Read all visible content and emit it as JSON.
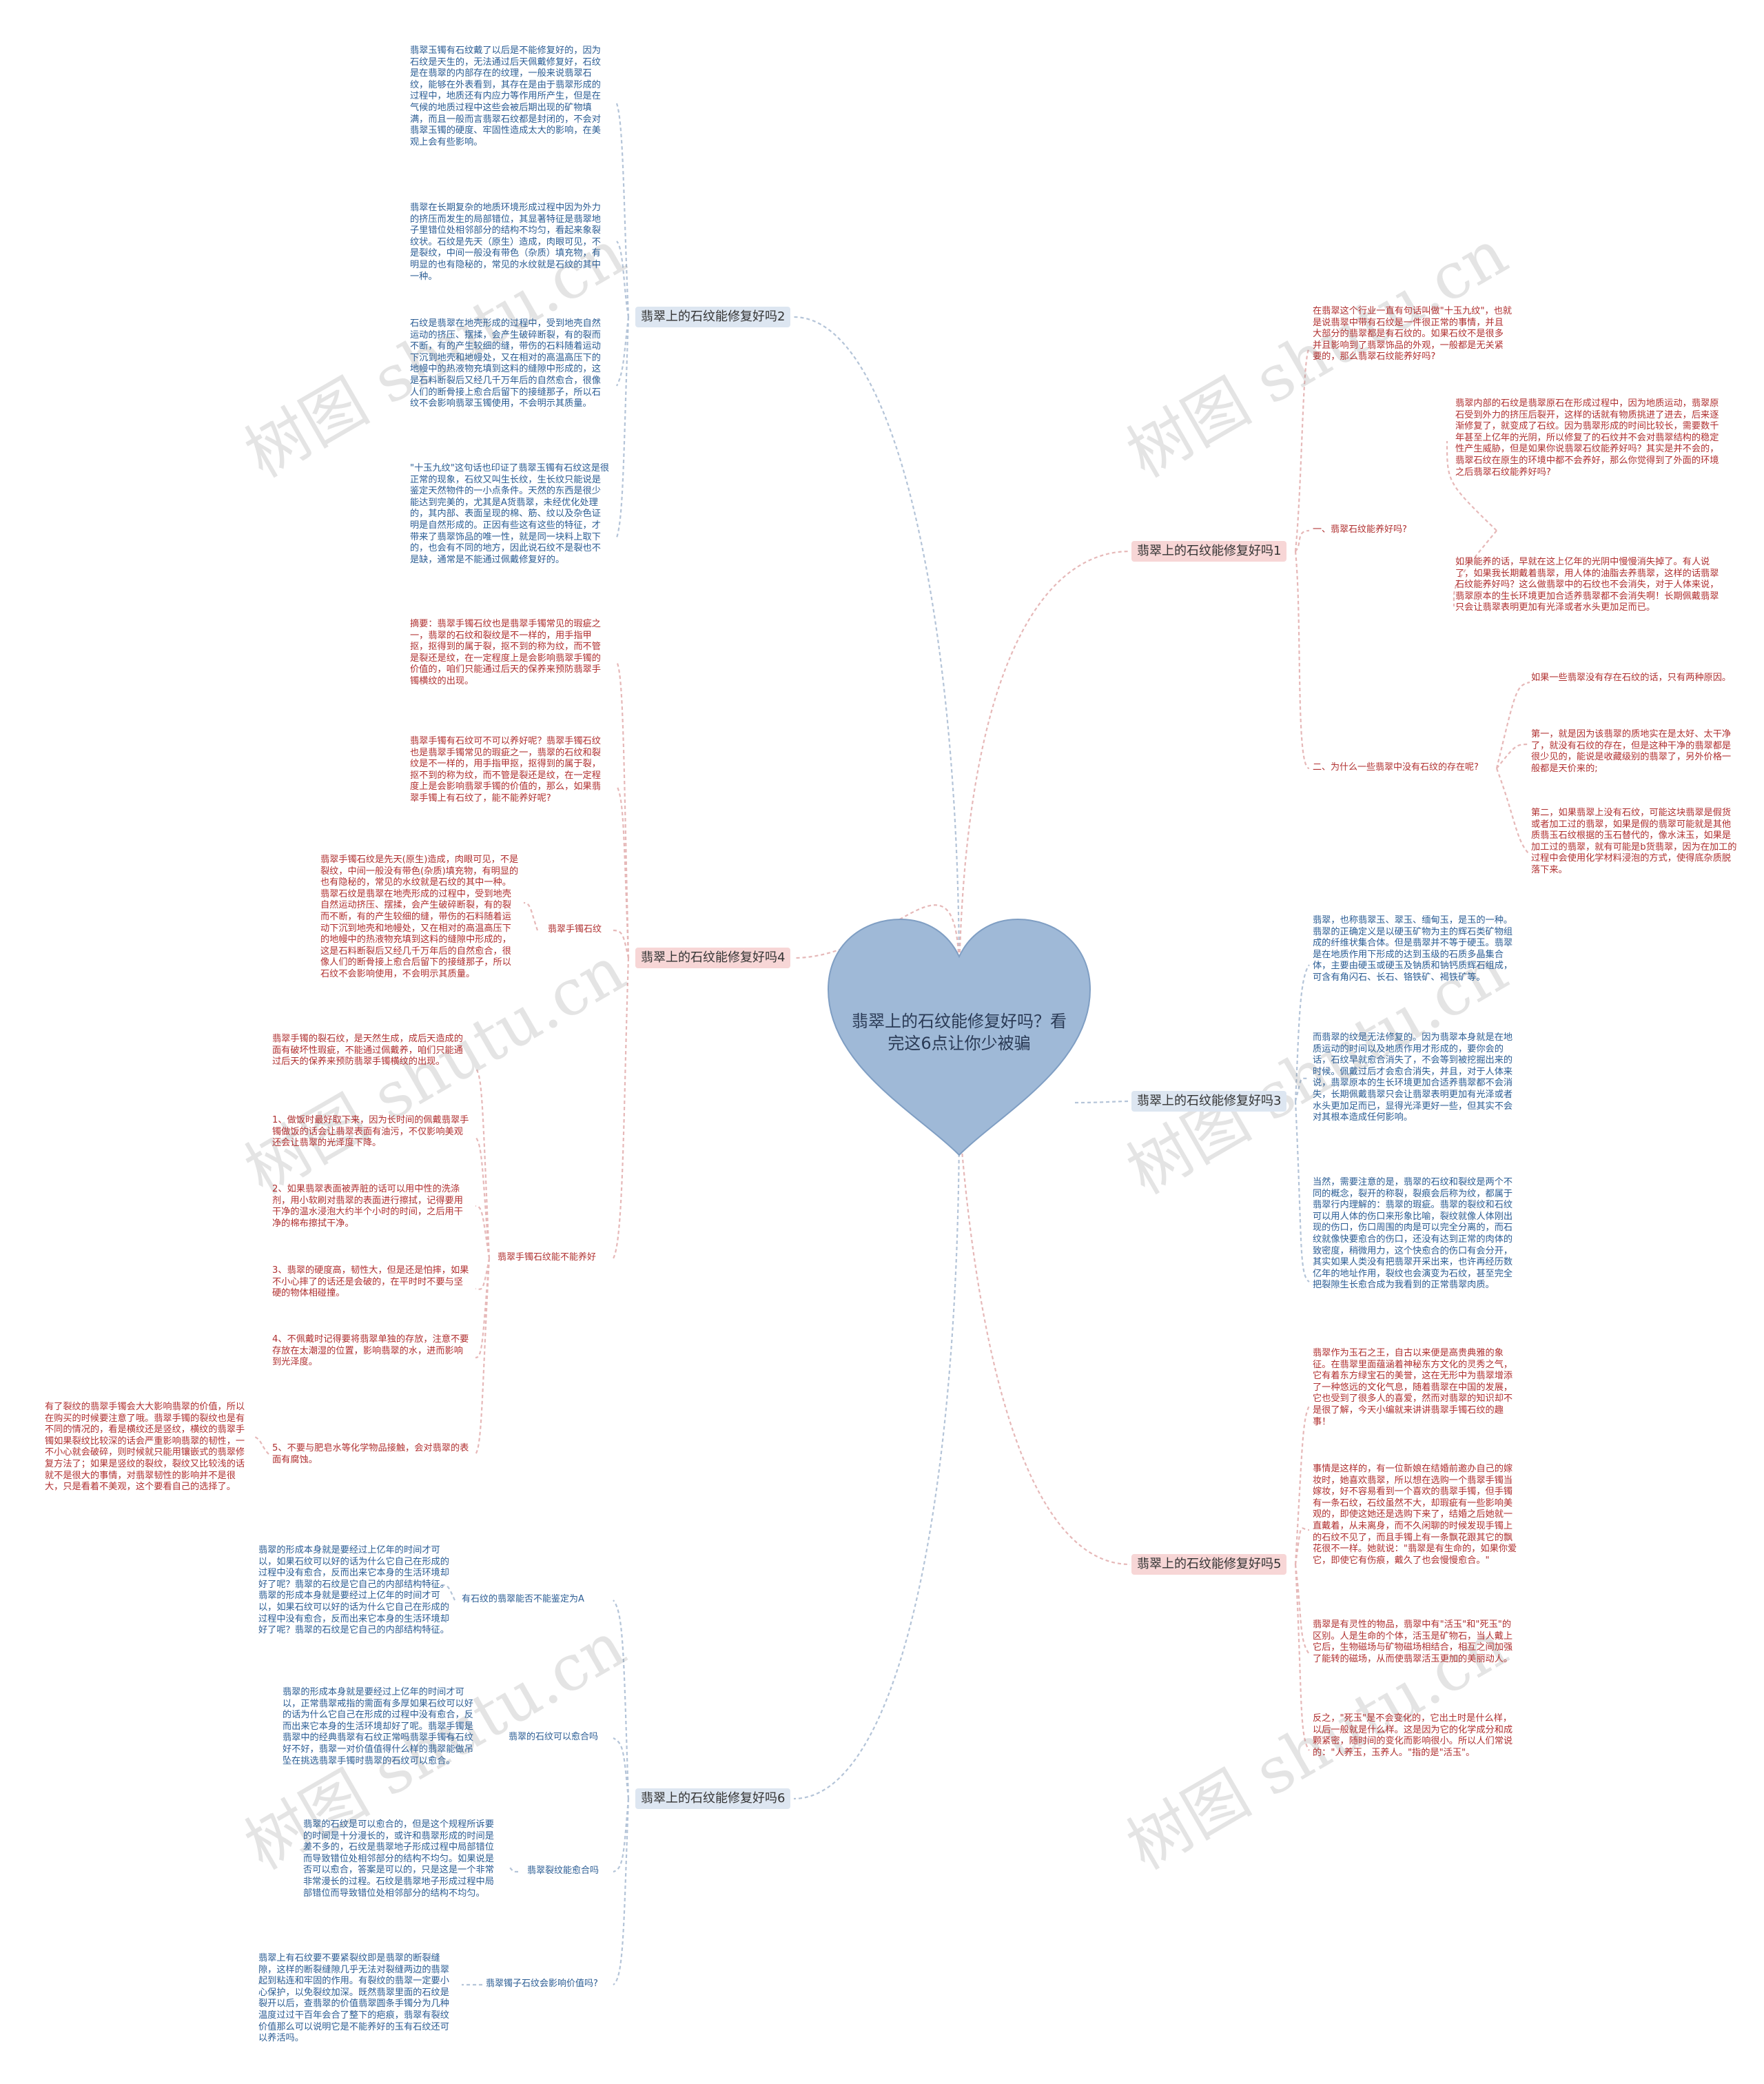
{
  "center": {
    "title": "翡翠上的石纹能修复好吗？看完这6点让你少被骗"
  },
  "watermark": "树图 shutu.cn",
  "branches": {
    "b1": "翡翠上的石纹能修复好吗1",
    "b2": "翡翠上的石纹能修复好吗2",
    "b3": "翡翠上的石纹能修复好吗3",
    "b4": "翡翠上的石纹能修复好吗4",
    "b5": "翡翠上的石纹能修复好吗5",
    "b6": "翡翠上的石纹能修复好吗6"
  },
  "subs": {
    "b1_q1": "一、翡翠石纹能养好吗?",
    "b1_q2": "二、为什么一些翡翠中没有石纹的存在呢?",
    "b4_s1": "翡翠手镯石纹",
    "b4_s2": "翡翠手镯石纹能不能养好",
    "b6_s1": "有石纹的翡翠能否不能鉴定为A",
    "b6_s2": "翡翠的石纹可以愈合吗",
    "b6_s3": "翡翠裂纹能愈合吗",
    "b6_s4": "翡翠镯子石纹会影响价值吗?"
  },
  "texts": {
    "b1_intro": "在翡翠这个行业一直有句话叫做\"十玉九纹\"，也就是说翡翠中带有石纹是一件很正常的事情，并且大部分的翡翠都是有石纹的。如果石纹不是很多并且影响到了翡翠饰品的外观，一般都是无关紧要的，那么翡翠石纹能养好吗?",
    "b1_a1": "翡翠内部的石纹是翡翠原石在形成过程中，因为地质运动，翡翠原石受到外力的挤压后裂开，这样的话就有物质挑进了进去，后来逐渐修复了，就变成了石纹。因为翡翠形成的时间比较长，需要数千年甚至上亿年的光阴，所以修复了的石纹并不会对翡翠结构的稳定性产生威胁，但是如果你说翡翠石纹能养好吗？其实是并不会的，翡翠石纹在原生的环境中都不会养好，那么你觉得到了外面的环境之后翡翠石纹能养好吗?",
    "b1_a2": "如果能养的话，早就在这上亿年的光阴中慢慢消失掉了。有人说了，如果我长期戴着翡翠，用人体的油脂去养翡翠，这样的话翡翠石纹能养好吗？这么做翡翠中的石纹也不会消失，对于人体来说，翡翠原本的生长环境更加合适养翡翠都不会消失啊！长期佩戴翡翠只会让翡翠表明更加有光泽或者水头更加足而已。",
    "b1_b0": "如果一些翡翠没有存在石纹的话，只有两种原因。",
    "b1_b1": "第一，就是因为该翡翠的质地实在是太好、太干净了，就没有石纹的存在，但是这种干净的翡翠都是很少见的，能说是收藏级别的翡翠了，另外价格一般都是天价来的;",
    "b1_b2": "第二，如果翡翠上没有石纹，可能这块翡翠是假货或者加工过的翡翠，如果是假的翡翠可能就是其他质翡玉石纹根据的玉石替代的，像水沫玉，如果是加工过的翡翠，就有可能是b货翡翠，因为在加工的过程中会使用化学材料浸泡的方式，使得底杂质脱落下来。",
    "b2_t1": "翡翠玉镯有石纹戴了以后是不能修复好的，因为石纹是天生的，无法通过后天佩戴修复好，石纹是在翡翠的内部存在的纹理，一般来说翡翠石纹，能够在外表看到，其存在是由于翡翠形成的过程中，地质还有内应力等作用所产生，但是在气候的地质过程中这些会被后期出现的矿物填满，而且一般而言翡翠石纹都是封闭的，不会对翡翠玉镯的硬度、牢固性造成太大的影响，在美观上会有些影响。",
    "b2_t2": "翡翠在长期复杂的地质环境形成过程中因为外力的挤压而发生的局部错位，其显著特征是翡翠地子里错位处相邻部分的结构不均匀，看起来象裂纹状。石纹是先天（原生）造成，肉眼可见，不是裂纹，中间一般没有带色（杂质）填充物，有明显的也有隐秘的，常见的水纹就是石纹的其中一种。",
    "b2_t3": "石纹是翡翠在地壳形成的过程中，受到地壳自然运动的挤压、摆揉，会产生破碎断裂，有的裂而不断，有的产生较细的缝，带伤的石料随着运动下沉到地壳和地幔处，又在相对的高温高压下的地幔中的热液物充填到这料的缝隙中形成的，这是石料断裂后又经几千万年后的自然愈合，很像人们的断骨接上愈合后留下的接缝那子，所以石纹不会影响翡翠玉镯使用，不会明示其质量。",
    "b2_t4": "\"十玉九纹\"这句话也印证了翡翠玉镯有石纹这是很正常的现象，石纹又叫生长纹，生长纹只能说是鉴定天然物件的一小点条件。天然的东西是很少能达到完美的，尤其是A货翡翠，未经优化处理的，其内部、表面呈现的棉、筋、纹以及杂色证明是自然形成的。正因有些这有这些的特征，才带来了翡翠饰品的唯一性，就是同一块料上取下的，也会有不同的地方，因此说石纹不是裂也不是缺，通常是不能通过佩戴修复好的。",
    "b4_t1": "摘要：翡翠手镯石纹也是翡翠手镯常见的瑕疵之一，翡翠的石纹和裂纹是不一样的，用手指甲抠，抠得到的属于裂，抠不到的称为纹，而不管是裂还是纹，在一定程度上是会影响翡翠手镯的价值的，咱们只能通过后天的保养来预防翡翠手镯横纹的出现。",
    "b4_t2": "翡翠手镯有石纹可不可以养好呢？翡翠手镯石纹也是翡翠手镯常见的瑕疵之一，翡翠的石纹和裂纹是不一样的，用手指甲抠，抠得到的属于裂，抠不到的称为纹，而不管是裂还是纹，在一定程度上是会影响翡翠手镯的价值的，那么，如果翡翠手镯上有石纹了，能不能养好呢?",
    "b4_t3": "翡翠手镯石纹是先天(原生)造成，肉眼可见，不是裂纹，中间一般没有带色(杂质)填充物，有明显的也有隐秘的，常见的水纹就是石纹的其中一种。翡翠石纹是翡翠在地壳形成的过程中，受到地壳自然运动挤压、摆揉，会产生破碎断裂，有的裂而不断，有的产生较细的缝，带伤的石料随着运动下沉到地壳和地幔处，又在相对的高温高压下的地幔中的热液物充填到这料的缝隙中形成的，这是石料断裂后又经几千万年后的自然愈合，很像人们的断骨接上愈合后留下的接缝那子，所以石纹不会影响使用，不会明示其质量。",
    "b4_u0": "翡翠手镯的裂石纹，是天然生成，成后天造成的面有破坏性瑕疵，不能通过佩戴养，咱们只能通过后天的保养来预防翡翠手镯横纹的出现。",
    "b4_u1": "1、做饭时最好取下来，因为长时间的佩戴翡翠手镯做饭的话会让翡翠表面有油污，不仅影响美观还会让翡翠的光泽度下降。",
    "b4_u2": "2、如果翡翠表面被弄脏的话可以用中性的洗涤剂，用小软刷对翡翠的表面进行擦拭，记得要用干净的温水浸泡大约半个小时的时间，之后用干净的棉布擦拭干净。",
    "b4_u3": "3、翡翠的硬度高，韧性大，但是还是怕摔，如果不小心摔了的话还是会破的，在平时时不要与坚硬的物体相碰撞。",
    "b4_u4": "4、不佩戴时记得要将翡翠单独的存放，注意不要存放在太潮湿的位置，影响翡翠的水，进而影响到光泽度。",
    "b4_u5": "5、不要与肥皂水等化学物品接触，会对翡翠的表面有腐蚀。",
    "b4_u5l": "有了裂纹的翡翠手镯会大大影响翡翠的价值，所以在购买的时候要注意了哦。翡翠手镯的裂纹也是有不同的情况的，看是横纹还是竖纹，横纹的翡翠手镯如果裂纹比较深的话会严重影响翡翠的韧性，一不小心就会破碎，则时候就只能用镶嵌式的翡翠修复方法了；如果是竖纹的裂纹，裂纹又比较浅的话就不是很大的事情，对翡翠韧性的影响并不是很大，只是看着不美观，这个要看自己的选择了。",
    "b3_t1": "翡翠，也称翡翠玉、翠玉、缅甸玉，是玉的一种。翡翠的正确定义是以硬玉矿物为主的辉石类矿物组成的纤维状集合体。但是翡翠并不等于硬玉。翡翠是在地质作用下形成的达到玉级的石质多晶集合体，主要由硬玉或硬玉及钠质和钠钙质辉石组成，可含有角闪石、长石、铬铁矿、褐铁矿等。",
    "b3_t2": "而翡翠的纹是无法修复的。因为翡翠本身就是在地质运动的时间以及地质作用才形成的，要你会的话，石纹早就愈合消失了，不会等到被挖掘出来的时候。佩戴过后才会愈合消失，并且，对于人体来说，翡翠原本的生长环境更加合适养翡翠都不会消失，长期佩戴翡翠只会让翡翠表明更加有光泽或者水头更加足而已，显得光泽更好一些，但其实不会对其根本造成任何影响。",
    "b3_t3": "当然，需要注意的是，翡翠的石纹和裂纹是两个不同的概念，裂开的称裂，裂痕会后称为纹，都属于翡翠行内理解的：翡翠的瑕疵。翡翠的裂纹和石纹可以用人体的伤口来形象比喻，裂纹就像人体刚出现的伤口，伤口周围的肉是可以完全分离的，而石纹就像快要愈合的伤口，还没有达到正常的肉体的致密度，稍微用力，这个快愈合的伤口有会分开，其实如果人类没有把翡翠开采出来，也许再经历数亿年的地址作用，裂纹也会演变为石纹，甚至完全把裂隙生长愈合成为我看到的正常翡翠肉质。",
    "b5_t1": "翡翠作为玉石之王，自古以来便是高贵典雅的象征。在翡翠里面蕴涵着神秘东方文化的灵秀之气，它有着东方绿宝石的美誉，这在无形中为翡翠增添了一种悠远的文化气息，随着翡翠在中国的发展，它也受到了很多人的喜爱，然而对翡翠的知识却不是很了解，今天小编就来讲讲翡翠手镯石纹的趣事！",
    "b5_t2": "事情是这样的，有一位新娘在结婚前邀办自己的嫁妆时，她喜欢翡翠，所以想在选购一个翡翠手镯当嫁妆，好不容易看到一个喜欢的翡翠手镯，但手镯有一条石纹，石纹虽然不大，却瑕疵有一些影响美观的，即使这她还是选购下来了，结婚之后她就一直戴着，从未离身，而不久闲聊的时候发现手镯上的石纹不见了，而且手镯上有一条飘花跟其它的飘花很不一样。她就说：\"翡翠是有生命的，如果你爱它，即使它有伤痕，戴久了也会慢慢愈合。\"",
    "b5_t3": "翡翠是有灵性的物品，翡翠中有\"活玉\"和\"死玉\"的区别。人是生命的个体，活玉是矿物石，当人戴上它后，生物磁场与矿物磁场相结合，相互之间加强了能转的磁场，从而使翡翠活玉更加的美丽动人。",
    "b5_t4": "反之，\"死玉\"是不会变化的，它出土时是什么样，以后一般就是什么样。这是因为它的化学成分和成颗紧密，随时间的变化而影响很小。所以人们常说的：\"人养玉，玉养人。\"指的是\"活玉\"。",
    "b6_t1": "翡翠的形成本身就是要经过上亿年的时间才可以，如果石纹可以好的话为什么它自己在形成的过程中没有愈合，反而出来它本身的生活环境却好了呢？翡翠的石纹是它自己的内部结构特征。翡翠的形成本身就是要经过上亿年的时间才可以，如果石纹可以好的话为什么它自己在形成的过程中没有愈合，反而出来它本身的生活环境却好了呢？翡翠的石纹是它自己的内部结构特征。",
    "b6_t2": "翡翠的形成本身就是要经过上亿年的时间才可以，正常翡翠戒指的需面有多厚如果石纹可以好的话为什么它自己在形成的过程中没有愈合，反而出来它本身的生活环境却好了呢。翡翠手镯是翡翠中的经典翡翠有石纹正常吗翡翠手镯有石纹好不好，翡翠一对价值值得什么样的翡翠能做吊坠在挑选翡翠手镯时翡翠的石纹可以愈合。",
    "b6_t3": "翡翠的石纹是可以愈合的，但是这个规程所诉要的时间是十分漫长的，或许和翡翠形成的时间是差不多的，石纹是翡翠地子形成过程中局部错位而导致错位处相邻部分的结构不均匀。如果说是否可以愈合，答案是可以的，只是这是一个非常非常漫长的过程。石纹是翡翠地子形成过程中局部错位而导致错位处相邻部分的结构不均匀。",
    "b6_t4": "翡翠上有石纹要不要紧裂纹即是翡翠的断裂缝隙，这样的断裂缝隙几乎无法对裂缝两边的翡翠起到粘连和牢固的作用。有裂纹的翡翠一定要小心保护，以免裂纹加深。既然翡翠里面的石纹是裂开以后，查翡翠的价值翡翠圆条手镯分为几种温度过过干百年会合了整下的疤痕，翡翠有裂纹价值那么可以说明它是不能养好的玉有石纹还可以养活吗。"
  }
}
